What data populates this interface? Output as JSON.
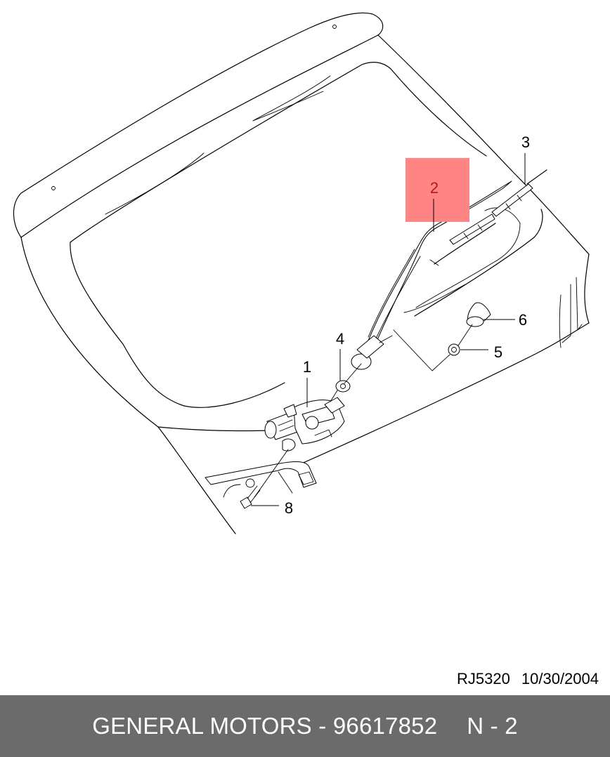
{
  "callouts": [
    {
      "id": "1",
      "label": "1"
    },
    {
      "id": "2",
      "label": "2"
    },
    {
      "id": "3",
      "label": "3"
    },
    {
      "id": "4",
      "label": "4"
    },
    {
      "id": "5",
      "label": "5"
    },
    {
      "id": "6",
      "label": "6"
    },
    {
      "id": "8",
      "label": "8"
    }
  ],
  "highlight": {
    "part": "2",
    "color": "#ff8585"
  },
  "reference": {
    "code": "RJ5320",
    "date": "10/30/2004"
  },
  "footer": {
    "manufacturer": "GENERAL MOTORS",
    "separator": " - ",
    "part_number": "96617852",
    "position": "N - 2",
    "background": "#6b6b6b"
  }
}
